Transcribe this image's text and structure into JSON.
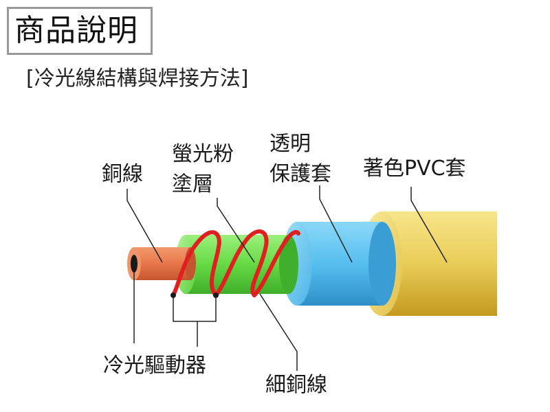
{
  "header": {
    "title": "商品說明",
    "subtitle": "[冷光線結構與焊接方法]"
  },
  "labels": {
    "copper_wire": "銅線",
    "phosphor_line1": "螢光粉",
    "phosphor_line2": "塗層",
    "transparent_line1": "透明",
    "transparent_line2": "保護套",
    "pvc_sleeve": "著色PVC套",
    "driver": "冷光驅動器",
    "fine_copper": "細銅線"
  },
  "colors": {
    "copper": "#e8774a",
    "phosphor": "#6ddf4f",
    "transparent": "#5ec4f0",
    "pvc": "#e2c24a",
    "wire": "#e02020"
  }
}
